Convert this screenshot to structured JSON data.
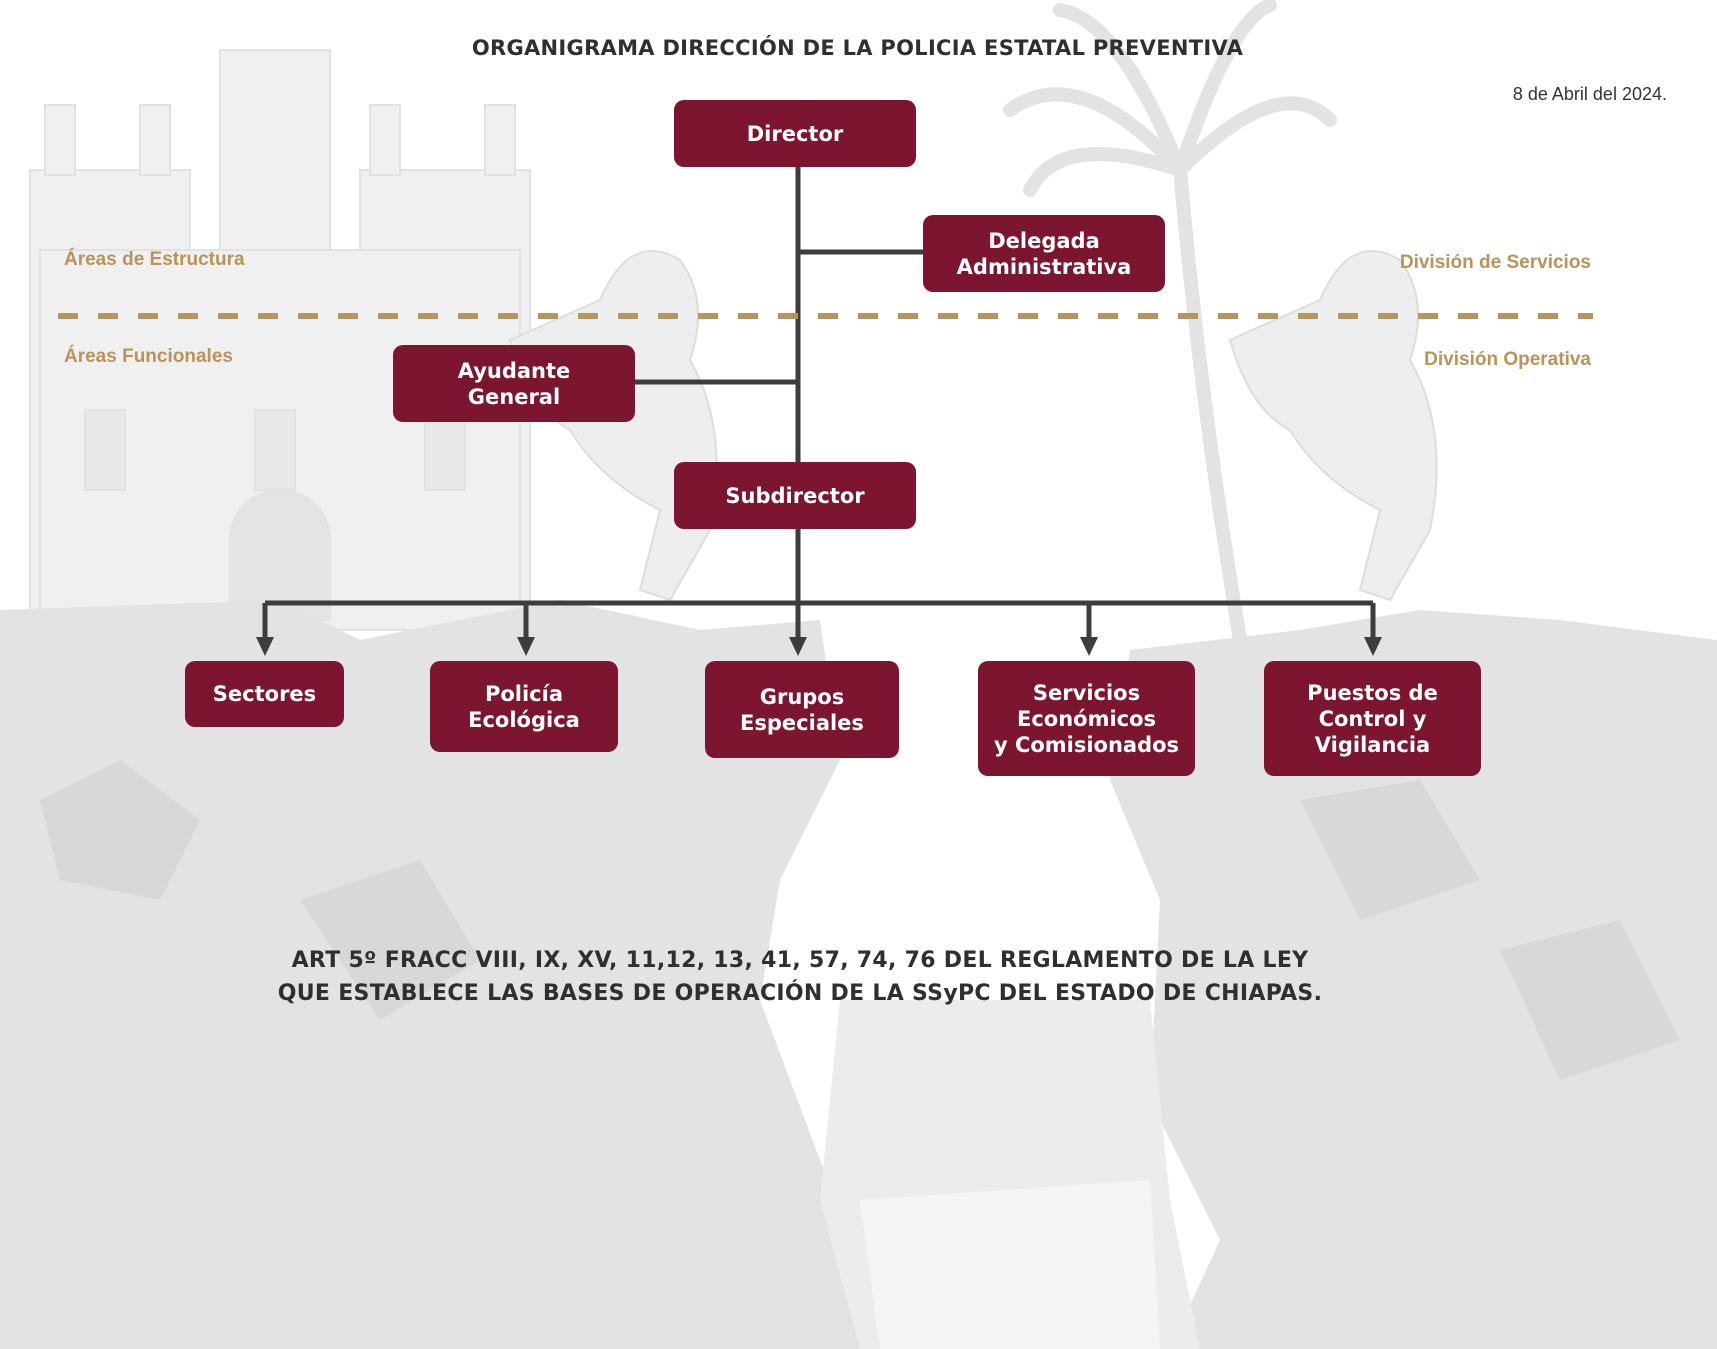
{
  "title": "ORGANIGRAMA DIRECCIÓN DE LA POLICIA ESTATAL PREVENTIVA",
  "date": "8 de Abril del 2024.",
  "labels": {
    "areas_estructura": "Áreas de Estructura",
    "areas_funcionales": "Áreas Funcionales",
    "division_servicios": "División de Servicios",
    "division_operativa": "División Operativa"
  },
  "nodes": {
    "director": "Director",
    "delegada": "Delegada\nAdministrativa",
    "ayudante": "Ayudante\nGeneral",
    "subdirector": "Subdirector",
    "sectores": "Sectores",
    "policia_ecologica": "Policía\nEcológica",
    "grupos_especiales": "Grupos\nEspeciales",
    "servicios_economicos": "Servicios\nEconómicos\ny Comisionados",
    "puestos_control": "Puestos de\nControl y\nVigilancia"
  },
  "footer": {
    "line1": "ART 5º FRACC VIII, IX, XV, 11,12, 13, 41, 57, 74, 76 DEL REGLAMENTO DE LA LEY",
    "line2": "QUE ESTABLECE LAS BASES DE OPERACIÓN DE LA SSyPC DEL ESTADO DE CHIAPAS."
  },
  "colors": {
    "box": "#7b1530",
    "accent_gold": "#b8935a",
    "connector": "#3d3d3d",
    "background_art": "#e6e6e6"
  }
}
